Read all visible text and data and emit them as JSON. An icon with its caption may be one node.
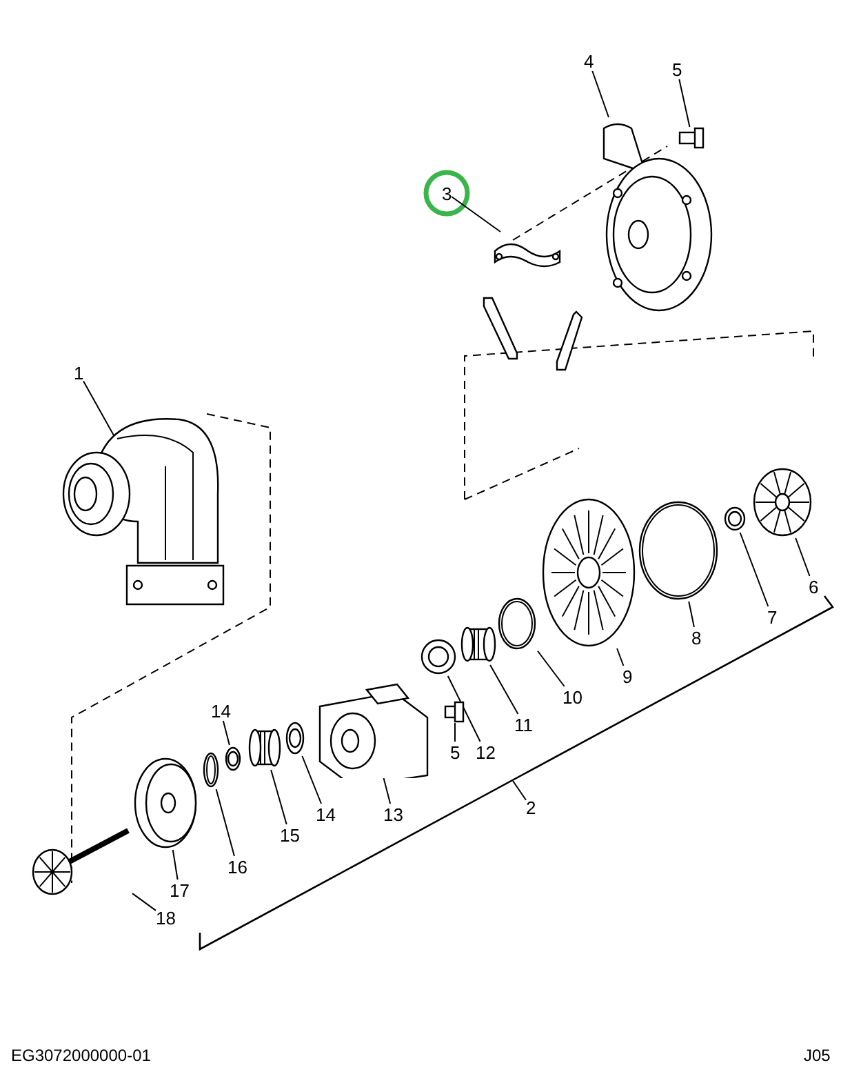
{
  "diagram": {
    "nodes": [
      {
        "text": [
          "4"
        ]
      },
      {
        "text": [],
        "shape": "picture"
      },
      {
        "text": [
          "5"
        ]
      },
      {
        "text": [],
        "shape": "picture"
      },
      {
        "text": [
          "3"
        ]
      },
      {
        "text": [],
        "shape": "picture"
      },
      {
        "text": [
          "1"
        ]
      },
      {
        "text": [],
        "shape": "picture"
      },
      {
        "text": [
          "6"
        ]
      },
      {
        "text": [],
        "shape": "picture"
      },
      {
        "text": [
          "7"
        ]
      },
      {
        "text": [],
        "shape": "picture"
      },
      {
        "text": [
          "8"
        ]
      },
      {
        "text": [],
        "shape": "picture"
      },
      {
        "text": [
          "9"
        ]
      },
      {
        "text": [],
        "shape": "picture"
      },
      {
        "text": [
          "10"
        ]
      },
      {
        "text": [],
        "shape": "picture"
      },
      {
        "text": [
          "11"
        ]
      },
      {
        "text": [],
        "shape": "picture"
      },
      {
        "text": [
          "12"
        ]
      },
      {
        "text": [],
        "shape": "picture"
      },
      {
        "text": [
          "5"
        ]
      },
      {
        "text": [],
        "shape": "picture"
      },
      {
        "text": [
          "13"
        ]
      },
      {
        "text": [],
        "shape": "picture"
      },
      {
        "text": [
          "14"
        ]
      },
      {
        "text": [],
        "shape": "picture"
      },
      {
        "text": [
          "14"
        ]
      },
      {
        "text": [],
        "shape": "picture"
      },
      {
        "text": [
          "15"
        ]
      },
      {
        "text": [],
        "shape": "picture"
      },
      {
        "text": [
          "16"
        ]
      },
      {
        "text": [],
        "shape": "picture"
      },
      {
        "text": [
          "17"
        ]
      },
      {
        "text": [],
        "shape": "picture"
      },
      {
        "text": [
          "18"
        ]
      },
      {
        "text": [],
        "shape": "picture"
      },
      {
        "text": [
          "2"
        ]
      }
    ],
    "edges": [
      {
        "from": 0,
        "to": 1,
        "arrow": "none"
      },
      {
        "from": 2,
        "to": 3,
        "arrow": "none"
      },
      {
        "from": 4,
        "to": 5,
        "arrow": "none"
      },
      {
        "from": 6,
        "to": 7,
        "arrow": "none"
      },
      {
        "from": 8,
        "to": 9,
        "arrow": "none"
      },
      {
        "from": 10,
        "to": 11,
        "arrow": "none"
      },
      {
        "from": 12,
        "to": 13,
        "arrow": "none"
      },
      {
        "from": 14,
        "to": 15,
        "arrow": "none"
      },
      {
        "from": 16,
        "to": 17,
        "arrow": "none"
      },
      {
        "from": 18,
        "to": 19,
        "arrow": "none"
      },
      {
        "from": 20,
        "to": 21,
        "arrow": "none"
      },
      {
        "from": 22,
        "to": 23,
        "arrow": "none"
      },
      {
        "from": 24,
        "to": 25,
        "arrow": "none"
      },
      {
        "from": 26,
        "to": 27,
        "arrow": "none"
      },
      {
        "from": 28,
        "to": 29,
        "arrow": "none"
      },
      {
        "from": 30,
        "to": 31,
        "arrow": "none"
      },
      {
        "from": 32,
        "to": 33,
        "arrow": "none"
      },
      {
        "from": 34,
        "to": 35,
        "arrow": "none"
      },
      {
        "from": 36,
        "to": 37,
        "arrow": "none"
      },
      {
        "from": 38,
        "to": null,
        "arrow": "none"
      }
    ],
    "labels": [
      "EG3072000000-01",
      "J05"
    ]
  }
}
